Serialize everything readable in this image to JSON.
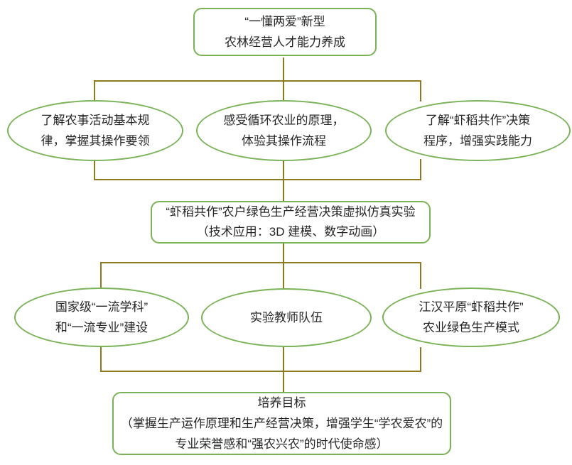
{
  "nodes": {
    "top": {
      "lines": [
        "“一懂两爱”新型",
        "农林经营人才能力养成"
      ]
    },
    "row1": [
      {
        "lines": [
          "了解农事活动基本规",
          "律，掌握其操作要领"
        ]
      },
      {
        "lines": [
          "感受循环农业的原理，",
          "体验其操作流程"
        ]
      },
      {
        "lines": [
          "了解“虾稻共作”决策",
          "程序，增强实践能力"
        ]
      }
    ],
    "middle": {
      "lines": [
        "“虾稻共作”农户绿色生产经营决策虚拟仿真实验",
        "（技术应用：3D 建模、数字动画）"
      ]
    },
    "row2": [
      {
        "lines": [
          "国家级“一流学科”",
          "和“一流专业”建设"
        ]
      },
      {
        "lines": [
          "实验教师队伍"
        ]
      },
      {
        "lines": [
          "江汉平原“虾稻共作”",
          "农业绿色生产模式"
        ]
      }
    ],
    "bottom": {
      "lines": [
        "培养目标",
        "（掌握生产运作原理和生产经营决策，增强学生“学农爱农”的",
        "专业荣誉感和“强农兴农”的时代使命感）"
      ]
    }
  },
  "colors": {
    "node_border": "#7ab257",
    "connector": "#8c7a1e",
    "text": "#262626",
    "background": "#ffffff"
  }
}
